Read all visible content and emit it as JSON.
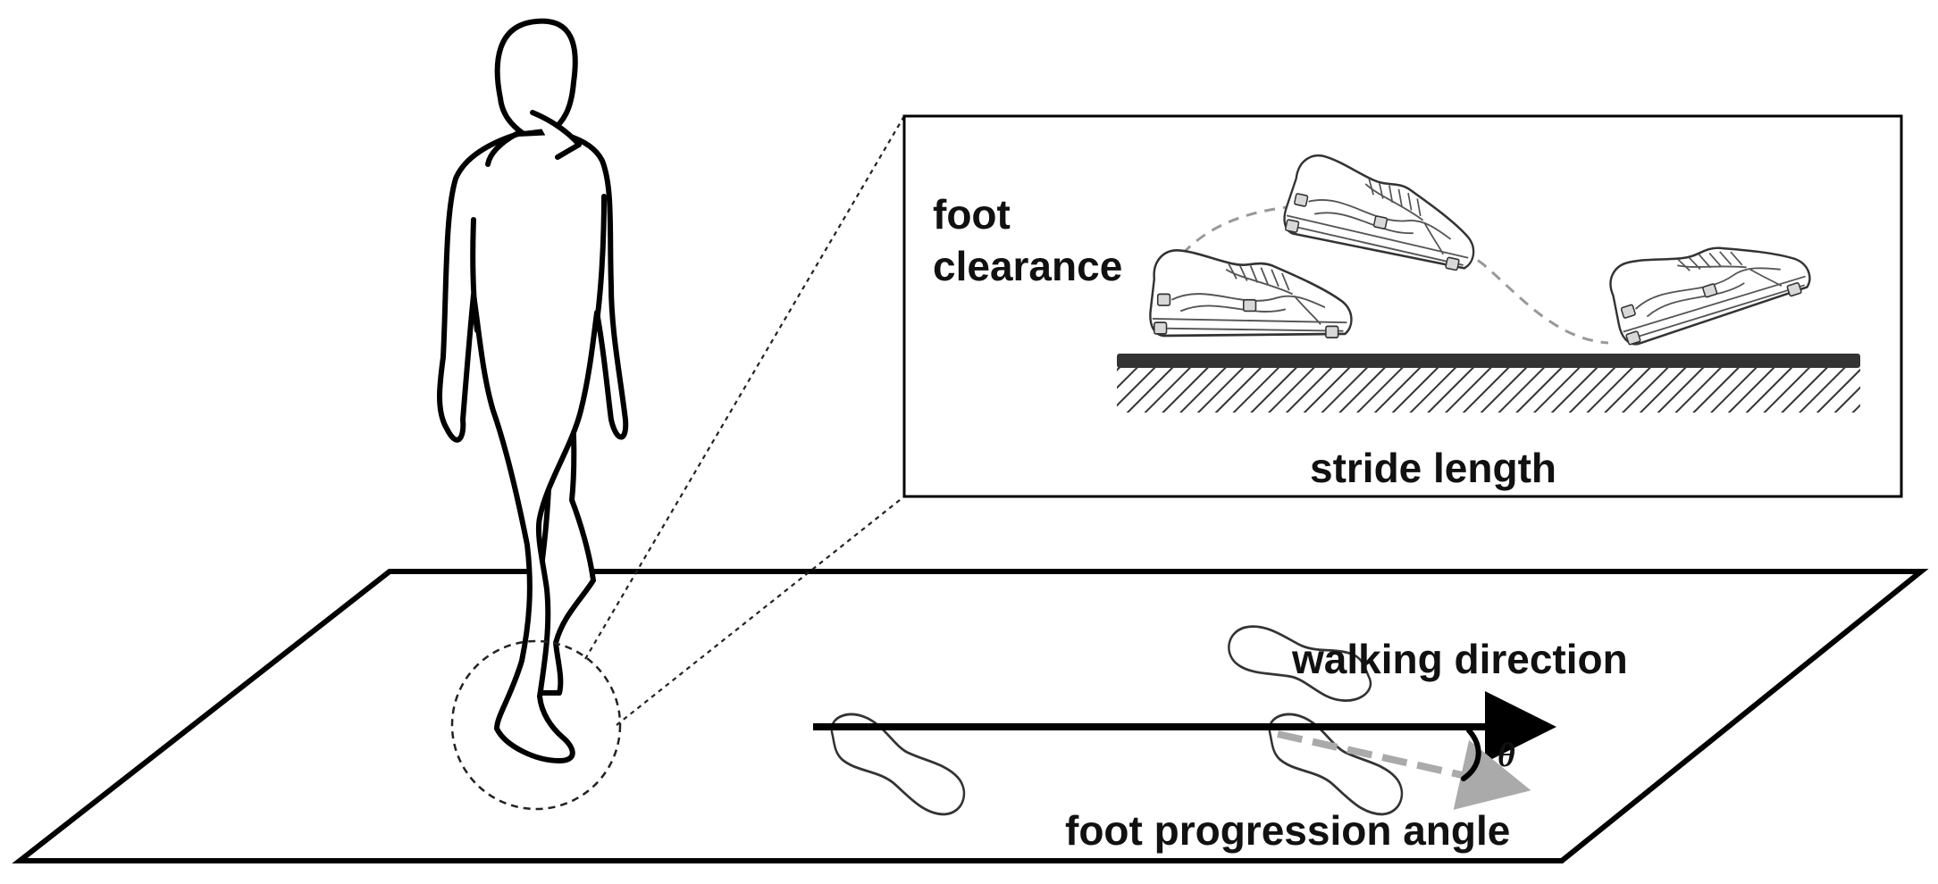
{
  "labels": {
    "foot_clearance_line1": "foot",
    "foot_clearance_line2": "clearance",
    "stride_length": "stride length",
    "walking_direction": "walking direction",
    "foot_progression_angle": "foot progression angle",
    "angle_symbol": "θ"
  },
  "colors": {
    "line": "#000000",
    "ground_bar": "#333333",
    "dashed_arrow": "#aaaaaa",
    "trajectory": "#999999",
    "background": "#ffffff"
  },
  "icons": {
    "person": "walking-person-silhouette-icon",
    "shoe": "sneaker-with-sensors-icon",
    "footprint": "footprint-icon"
  }
}
